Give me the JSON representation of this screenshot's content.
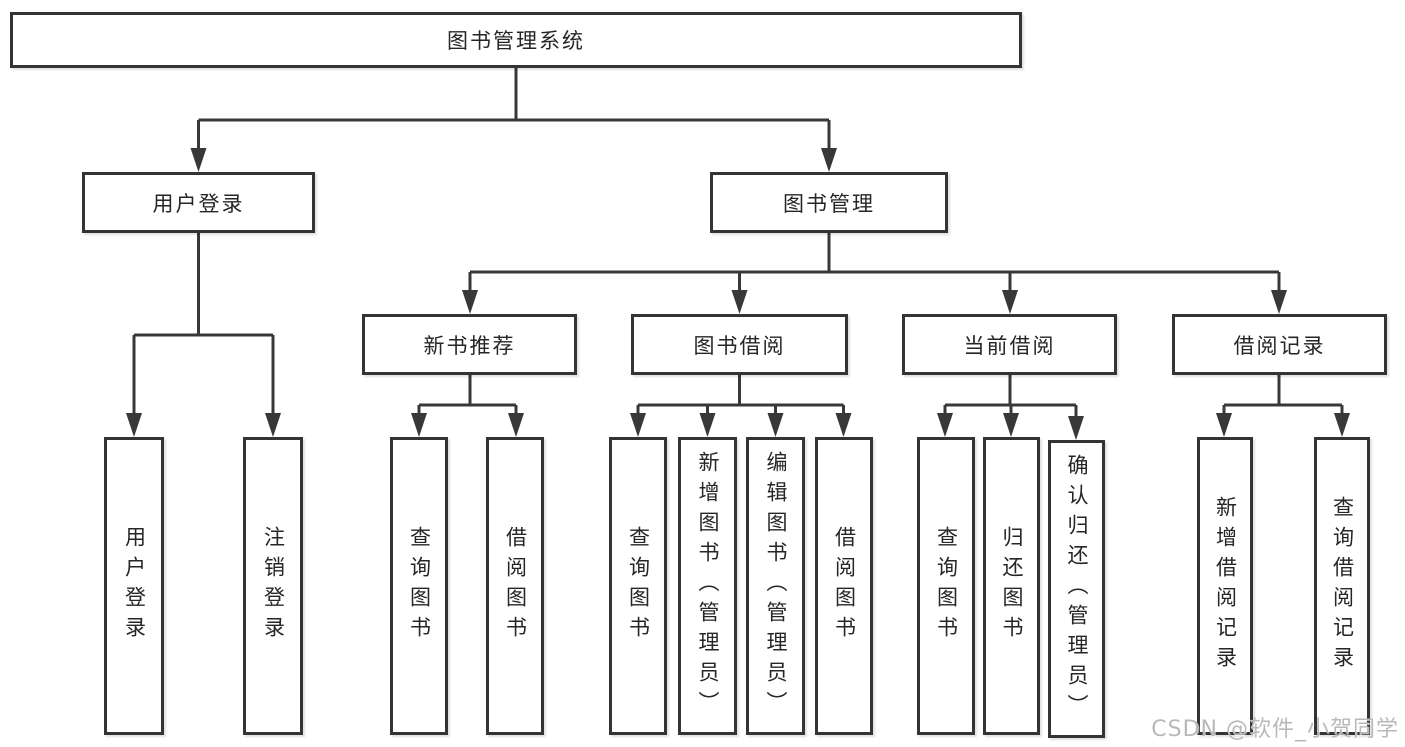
{
  "tree": {
    "label": "图书管理系统",
    "children": [
      {
        "label": "用户登录",
        "children": [
          {
            "label": "用户登录"
          },
          {
            "label": "注销登录"
          }
        ]
      },
      {
        "label": "图书管理",
        "children": [
          {
            "label": "新书推荐",
            "children": [
              {
                "label": "查询图书"
              },
              {
                "label": "借阅图书"
              }
            ]
          },
          {
            "label": "图书借阅",
            "children": [
              {
                "label": "查询图书"
              },
              {
                "label": "新增图书（管理员）"
              },
              {
                "label": "编辑图书（管理员）"
              },
              {
                "label": "借阅图书"
              }
            ]
          },
          {
            "label": "当前借阅",
            "children": [
              {
                "label": "查询图书"
              },
              {
                "label": "归还图书"
              },
              {
                "label": "确认归还（管理员）"
              }
            ]
          },
          {
            "label": "借阅记录",
            "children": [
              {
                "label": "新增借阅记录"
              },
              {
                "label": "查询借阅记录"
              }
            ]
          }
        ]
      }
    ]
  },
  "watermark": {
    "text": "CSDN @软件_小贺同学",
    "color": "#b9b9b9"
  },
  "colors": {
    "line": "#383838",
    "border": "#343434",
    "text": "#262626",
    "background": "#ffffff"
  }
}
